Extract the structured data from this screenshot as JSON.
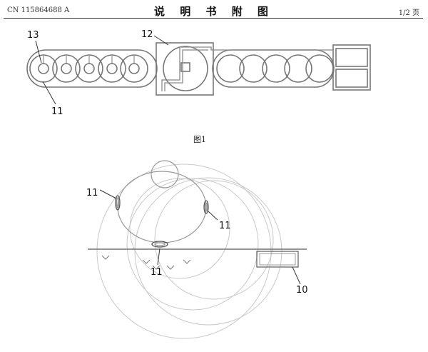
{
  "header": {
    "publication_number": "CN 115864688 A",
    "title": "说 明 书 附 图",
    "page": "1/2 页"
  },
  "figure1": {
    "caption": "图1",
    "labels": {
      "ref13": "13",
      "ref12": "12",
      "ref11": "11"
    }
  },
  "figure2": {
    "labels": {
      "ref11_left": "11",
      "ref11_right": "11",
      "ref11_bottom": "11",
      "ref10": "10"
    }
  },
  "colors": {
    "line": "#777777",
    "frame": "#555555",
    "text": "#111111"
  }
}
